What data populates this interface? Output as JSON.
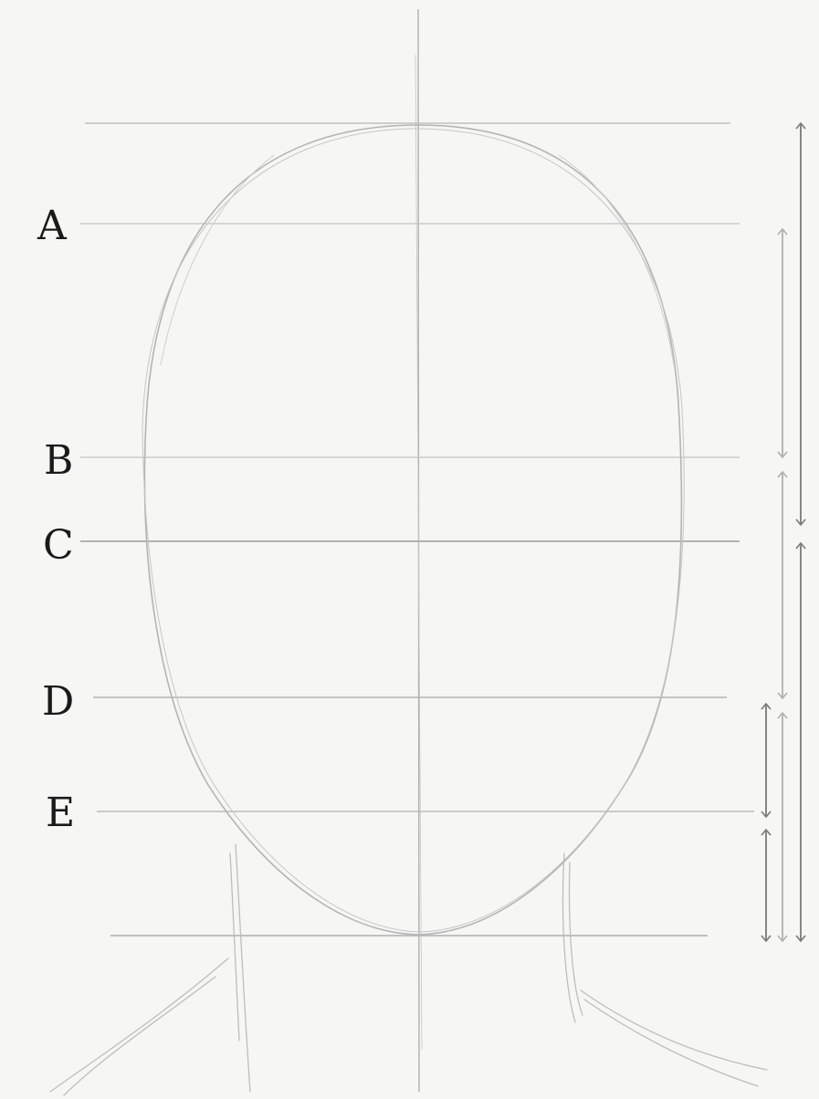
{
  "figure": {
    "guide_labels": [
      "A",
      "B",
      "C",
      "D",
      "E"
    ]
  },
  "colors": {
    "paper": "#f6f6f4",
    "pencil": "#b8b8b8",
    "guide": "#c4c4c4",
    "arrow_dark": "#7a7a7a",
    "arrow_light": "#b0b0b0",
    "ink": "#1a1a1a"
  }
}
